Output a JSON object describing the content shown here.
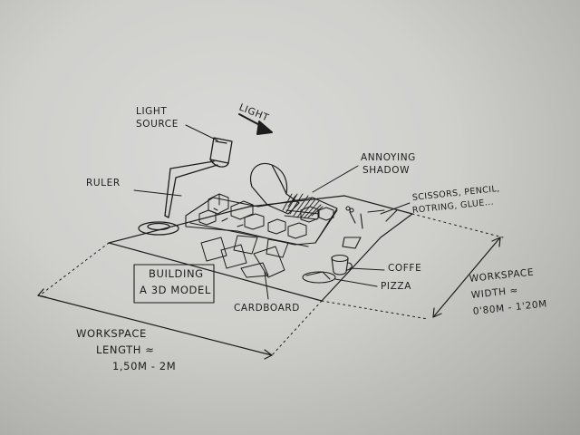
{
  "labels": {
    "light_arrow": "LIGHT",
    "light_source_1": "LIGHT",
    "light_source_2": "SOURCE",
    "annoying_shadow_1": "ANNOYING",
    "annoying_shadow_2": "SHADOW",
    "tools_1": "SCISSORS, PENCIL,",
    "tools_2": "ROTRING, GLUE...",
    "ruler": "RULER",
    "building_1": "BUILDING",
    "building_2": "A 3D MODEL",
    "coffe": "COFFE",
    "pizza": "PIZZA",
    "cardboard": "CARDBOARD",
    "workspace_width_1": "WORKSPACE",
    "workspace_width_2": "WIDTH ≈",
    "workspace_width_3": "0'80m - 1'20m",
    "workspace_length_1": "WORKSPACE",
    "workspace_length_2": "LENGTH ≈",
    "workspace_length_3": "1,50m - 2m"
  },
  "colors": {
    "ink": "#1d1d1d",
    "paper": "#d2d2cf"
  }
}
